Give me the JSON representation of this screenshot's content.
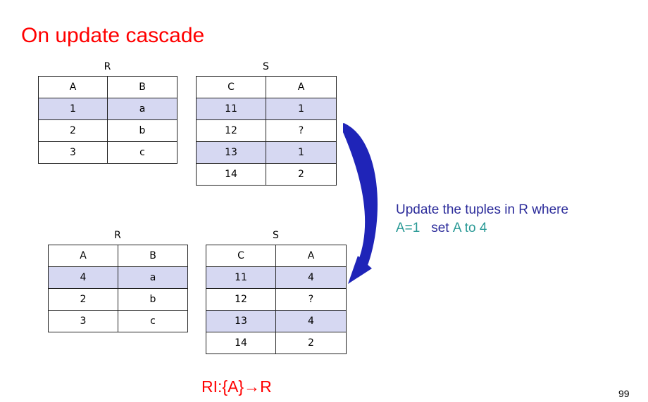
{
  "slide": {
    "title": "On update cascade",
    "page_number": "99",
    "constraint": "RI:{A}→R",
    "note": {
      "line1": "Update the tuples in R where",
      "cond": "A=1",
      "set_word": "set",
      "action": "A to 4"
    }
  },
  "colors": {
    "title": "#ff0000",
    "highlight_row": "#d6d8f2",
    "arrow": "#1f24b8",
    "note_navy": "#2b2b9a",
    "note_teal": "#2a9a96"
  },
  "before": {
    "r": {
      "name": "R",
      "header": [
        "A",
        "B"
      ],
      "rows": [
        [
          "1",
          "a"
        ],
        [
          "2",
          "b"
        ],
        [
          "3",
          "c"
        ]
      ]
    },
    "s": {
      "name": "S",
      "header": [
        "C",
        "A"
      ],
      "rows": [
        [
          "11",
          "1"
        ],
        [
          "12",
          "?"
        ],
        [
          "13",
          "1"
        ],
        [
          "14",
          "2"
        ]
      ]
    }
  },
  "after": {
    "r": {
      "name": "R",
      "header": [
        "A",
        "B"
      ],
      "rows": [
        [
          "4",
          "a"
        ],
        [
          "2",
          "b"
        ],
        [
          "3",
          "c"
        ]
      ]
    },
    "s": {
      "name": "S",
      "header": [
        "C",
        "A"
      ],
      "rows": [
        [
          "11",
          "4"
        ],
        [
          "12",
          "?"
        ],
        [
          "13",
          "4"
        ],
        [
          "14",
          "2"
        ]
      ]
    }
  }
}
